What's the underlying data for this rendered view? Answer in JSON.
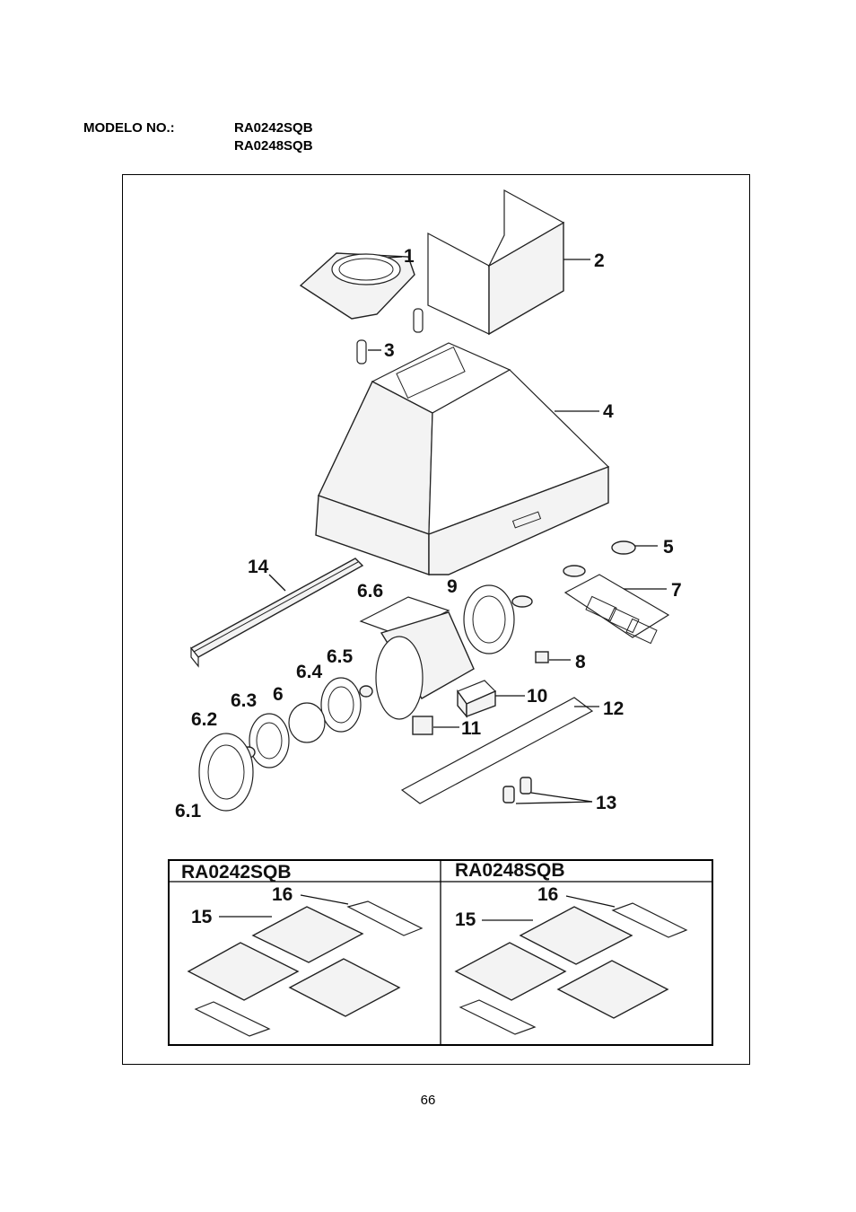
{
  "header": {
    "model_label": "MODELO NO.:",
    "models": [
      "RA0242SQB",
      "RA0248SQB"
    ]
  },
  "callouts": [
    "1",
    "2",
    "3",
    "4",
    "5",
    "6.6",
    "9",
    "7",
    "14",
    "6.5",
    "6.4",
    "8",
    "6",
    "6.3",
    "10",
    "12",
    "6.2",
    "11",
    "13",
    "6.1"
  ],
  "filter_table": {
    "left_title": "RA0242SQB",
    "right_title": "RA0248SQB",
    "left_labels": [
      "16",
      "15"
    ],
    "right_labels": [
      "16",
      "15"
    ]
  },
  "page_number": "66"
}
